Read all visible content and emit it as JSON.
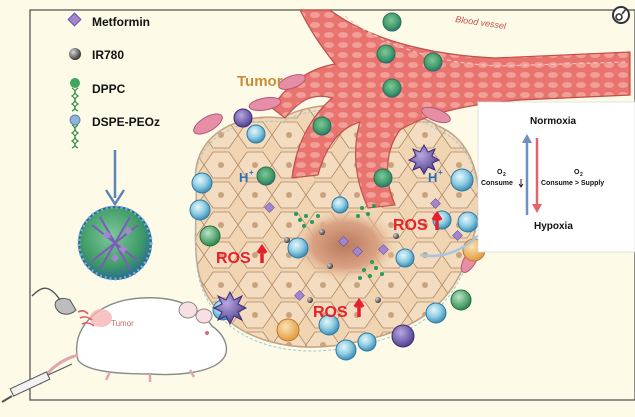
{
  "legend": {
    "items": [
      {
        "label": "Metformin",
        "icon": "purple-diamond"
      },
      {
        "label": "IR780",
        "icon": "grey-sphere"
      },
      {
        "label": "DPPC",
        "icon": "green-lipid"
      },
      {
        "label": "DSPE-PEOz",
        "icon": "blue-lipid"
      }
    ]
  },
  "labels": {
    "tumor_title": "Tumor",
    "blood_vessel": "Blood vessel",
    "mouse_tumor": "Tumor",
    "ros_1": "ROS",
    "ros_2": "ROS",
    "ros_3": "ROS",
    "h_plus_left": "H",
    "h_plus_right": "H",
    "h_sup": "+"
  },
  "inset": {
    "top": "Normoxia",
    "bottom": "Hypoxia",
    "left_o2": "O",
    "left_o2_sub": "2",
    "left_text": "Consume",
    "right_o2": "O",
    "right_o2_sub": "2",
    "right_text": "Consume > Supply"
  },
  "colors": {
    "background": "#fdfbe8",
    "vessel": "#e8736f",
    "cell": "#f1d5b3",
    "ros": "#e8202a",
    "tumor_title": "#c98d3a",
    "hplus": "#2a6fb5"
  }
}
